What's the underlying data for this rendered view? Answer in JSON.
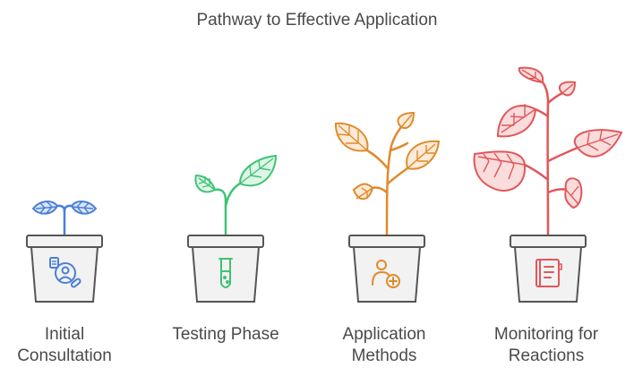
{
  "title": "Pathway to Effective Application",
  "stages": [
    {
      "label_line1": "Initial",
      "label_line2": "Consultation",
      "color": "#4a7fd8",
      "leaf_fill": "#dbe6f7",
      "icon": "consultation-doctor-icon",
      "plant": "seedling"
    },
    {
      "label_line1": "Testing Phase",
      "label_line2": "",
      "color": "#3fc374",
      "leaf_fill": "#dff5e7",
      "icon": "test-tube-icon",
      "plant": "sprout"
    },
    {
      "label_line1": "Application",
      "label_line2": "Methods",
      "color": "#e08a2a",
      "leaf_fill": "#fbead7",
      "icon": "person-add-icon",
      "plant": "young-plant"
    },
    {
      "label_line1": "Monitoring for",
      "label_line2": "Reactions",
      "color": "#e0575a",
      "leaf_fill": "#fbdcdc",
      "icon": "notebook-icon",
      "plant": "mature-plant"
    }
  ],
  "pot": {
    "rim_fill": "#eeeeee",
    "body_fill": "#f4f4f4",
    "stroke": "#555555"
  }
}
